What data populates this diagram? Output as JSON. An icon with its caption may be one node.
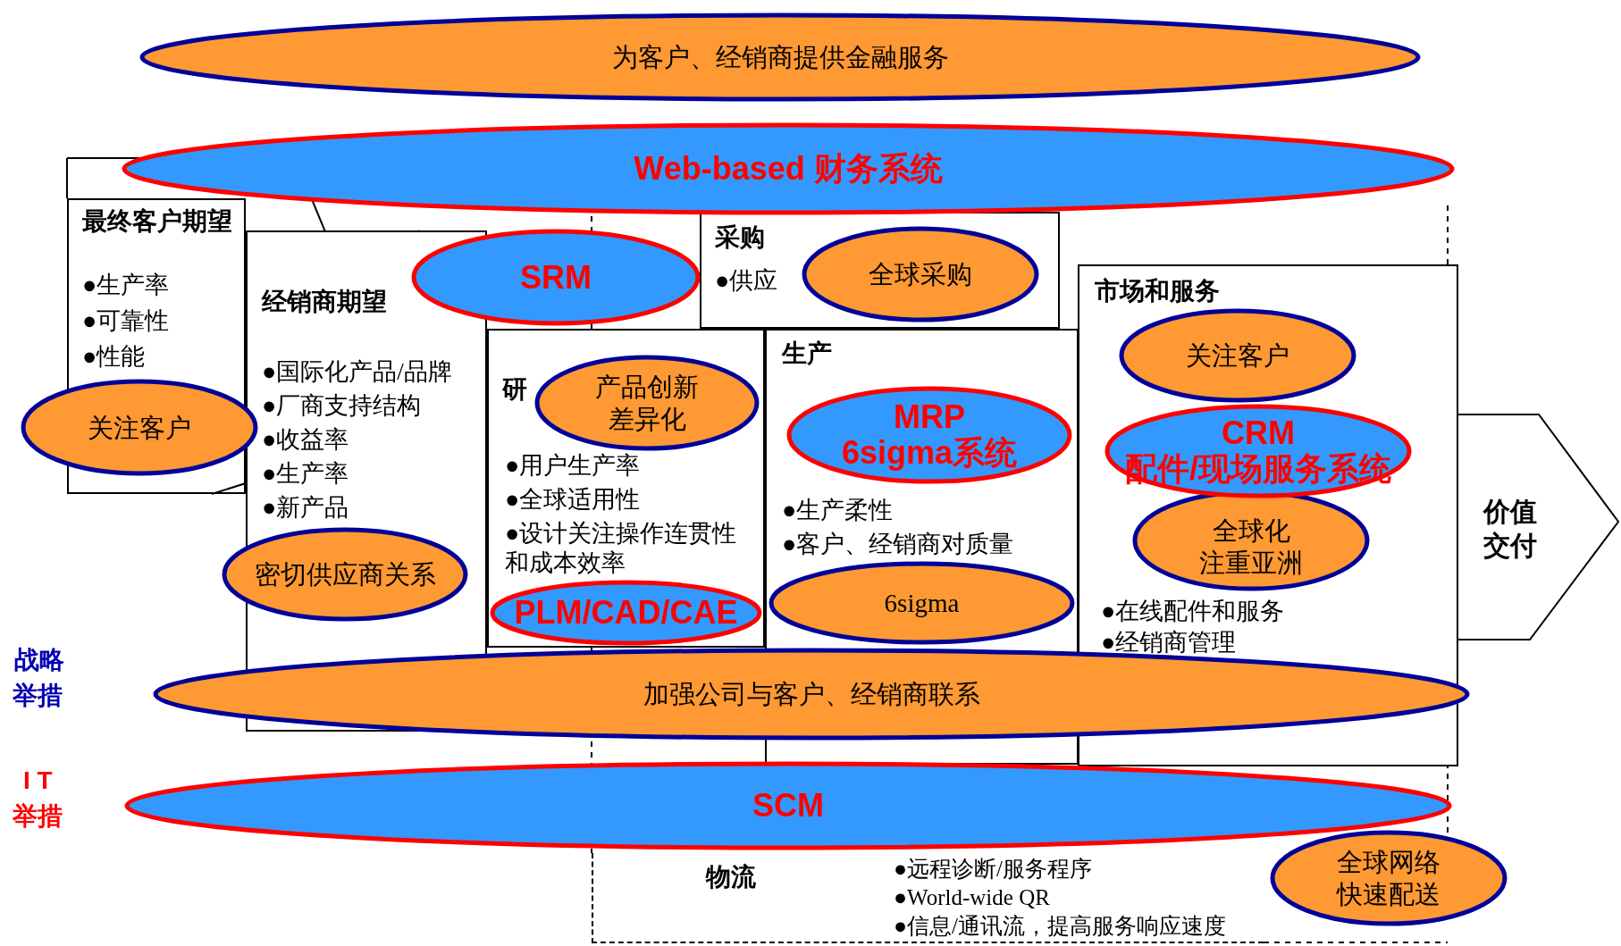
{
  "diagram": {
    "nodes": [
      {
        "text": [
          "为客户、经销商提供金融服务"
        ]
      },
      {
        "text": [
          "Web-based 财务系统"
        ]
      },
      {
        "text": [
          "最终客户期望",
          "●生产率",
          "●可靠性",
          "●性能"
        ]
      },
      {
        "text": [
          "关注客户"
        ]
      },
      {
        "text": [
          "经销商期望",
          "●国际化产品/品牌",
          "●厂商支持结构",
          "●收益率",
          "●生产率",
          "●新产品"
        ]
      },
      {
        "text": [
          "SRM"
        ]
      },
      {
        "text": [
          "采购",
          "●供应"
        ]
      },
      {
        "text": [
          "全球采购"
        ],
        "in": 6
      },
      {
        "text": [
          "研",
          "●用户生产率",
          "●全球适用性",
          "●设计关注操作连贯性和成本效率"
        ]
      },
      {
        "text": [
          "产品创新",
          "差异化"
        ],
        "in": 8
      },
      {
        "text": [
          "生产",
          "●生产柔性",
          "●客户、经销商对质量"
        ]
      },
      {
        "text": [
          "MRP",
          "6sigma系统"
        ],
        "in": 10
      },
      {
        "text": [
          "6sigma"
        ],
        "in": 10
      },
      {
        "text": [
          "市场和服务",
          "●在线配件和服务",
          "●经销商管理"
        ]
      },
      {
        "text": [
          "关注客户"
        ],
        "in": 13
      },
      {
        "text": [
          "CRM",
          "配件/现场服务系统"
        ],
        "in": 13
      },
      {
        "text": [
          "全球化",
          "注重亚洲"
        ],
        "in": 13
      },
      {
        "text": [
          "密切供应商关系"
        ]
      },
      {
        "text": [
          "PLM/CAD/CAE"
        ],
        "in": 8
      },
      {
        "text": [
          "加强公司与客户、经销商联系"
        ]
      },
      {
        "text": [
          "SCM"
        ]
      },
      {
        "text": [
          "物流",
          "●远程诊断/服务程序",
          "●World-wide QR",
          "●信息/通讯流，提高服务响应速度"
        ]
      },
      {
        "text": [
          "全球网络",
          "快速配送"
        ]
      },
      {
        "text": [
          "价值",
          "交付"
        ]
      }
    ],
    "labels": [
      "战略",
      "举措",
      "I T",
      "举措"
    ]
  }
}
